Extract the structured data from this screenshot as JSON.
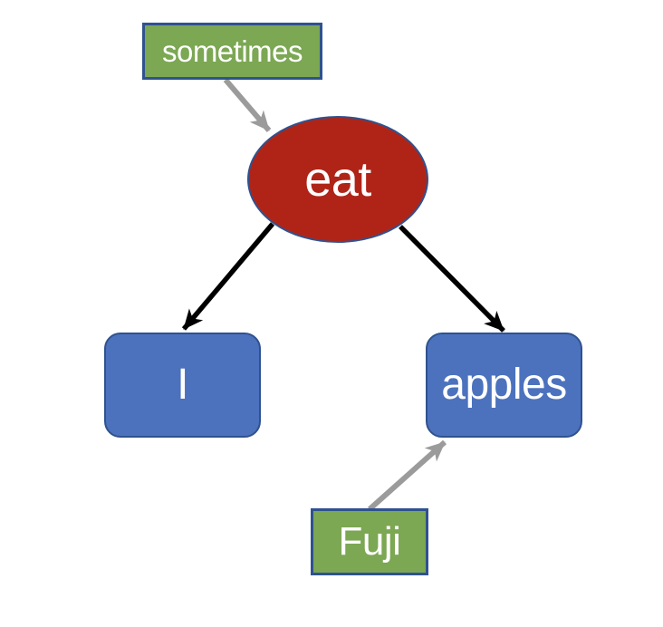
{
  "diagram": {
    "title": "dependency-tree-diagram",
    "background": "#ffffff",
    "nodes": {
      "root": {
        "label": "eat",
        "shape": "ellipse",
        "fill": "#B02418",
        "border_color": "#2F528F",
        "text_color": "#ffffff"
      },
      "left_child": {
        "label": "I",
        "shape": "rounded-rectangle",
        "fill": "#4C72BE",
        "border_color": "#2F528F",
        "text_color": "#ffffff"
      },
      "right_child": {
        "label": "apples",
        "shape": "rounded-rectangle",
        "fill": "#4C72BE",
        "border_color": "#2F528F",
        "text_color": "#ffffff"
      },
      "modifier_top": {
        "label": "sometimes",
        "shape": "rectangle",
        "fill": "#7CA753",
        "border_color": "#2F528F",
        "text_color": "#ffffff"
      },
      "modifier_bottom": {
        "label": "Fuji",
        "shape": "rectangle",
        "fill": "#7CA753",
        "border_color": "#2F528F",
        "text_color": "#ffffff"
      }
    },
    "edges": [
      {
        "from": "sometimes",
        "to": "eat",
        "color": "#9B9B9B",
        "style": "arrow"
      },
      {
        "from": "eat",
        "to": "I",
        "color": "#000000",
        "style": "arrow"
      },
      {
        "from": "eat",
        "to": "apples",
        "color": "#000000",
        "style": "arrow"
      },
      {
        "from": "Fuji",
        "to": "apples",
        "color": "#9B9B9B",
        "style": "arrow"
      }
    ],
    "edge_colors": {
      "modifier": "#9B9B9B",
      "dependency": "#000000"
    }
  }
}
